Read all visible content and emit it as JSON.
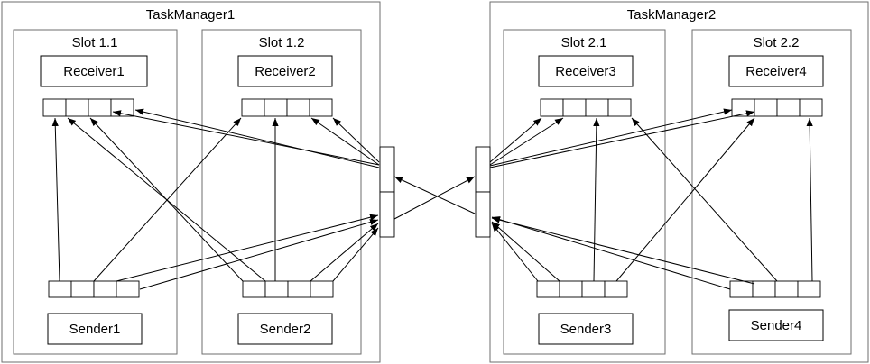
{
  "task_managers": [
    {
      "title": "TaskManager1",
      "slots": [
        {
          "title": "Slot 1.1",
          "receiver": "Receiver1",
          "sender": "Sender1"
        },
        {
          "title": "Slot 1.2",
          "receiver": "Receiver2",
          "sender": "Sender2"
        }
      ]
    },
    {
      "title": "TaskManager2",
      "slots": [
        {
          "title": "Slot 2.1",
          "receiver": "Receiver3",
          "sender": "Sender3"
        },
        {
          "title": "Slot 2.2",
          "receiver": "Receiver4",
          "sender": "Sender4"
        }
      ]
    }
  ]
}
